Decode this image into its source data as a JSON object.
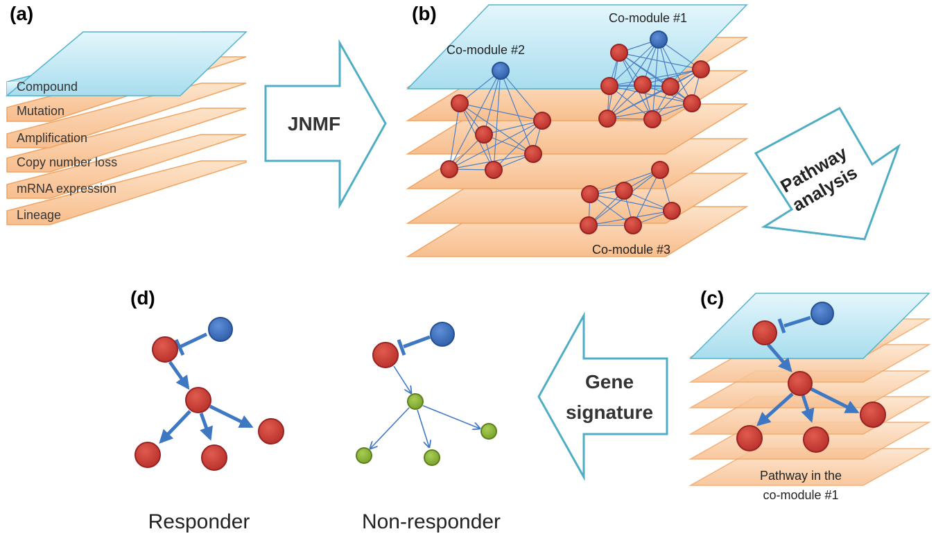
{
  "panels": {
    "a": {
      "tag": "(a)",
      "layers": [
        "Compound",
        "Mutation",
        "Amplification",
        "Copy number loss",
        "mRNA expression",
        "Lineage"
      ]
    },
    "b": {
      "tag": "(b)",
      "modules": [
        "Co-module #1",
        "Co-module #2",
        "Co-module #3"
      ]
    },
    "c": {
      "tag": "(c)",
      "caption": [
        "Pathway in the",
        "co-module #1"
      ]
    },
    "d": {
      "tag": "(d)",
      "responder": "Responder",
      "non_responder": "Non-responder"
    }
  },
  "arrows": {
    "jnmf": "JNMF",
    "pathway": [
      "Pathway",
      "analysis"
    ],
    "gene": [
      "Gene",
      "signature"
    ]
  },
  "colors": {
    "top_layer_fill": "#c6e9f5",
    "top_layer_stroke": "#53b3cc",
    "layer_fill": "#fbd3ad",
    "layer_stroke": "#f0a463",
    "red_node": "#c0392b",
    "blue_node": "#3d6fc0",
    "green_node": "#8cb33a",
    "edge": "#4a7fc4",
    "arrow_stroke": "#4fadc4"
  }
}
